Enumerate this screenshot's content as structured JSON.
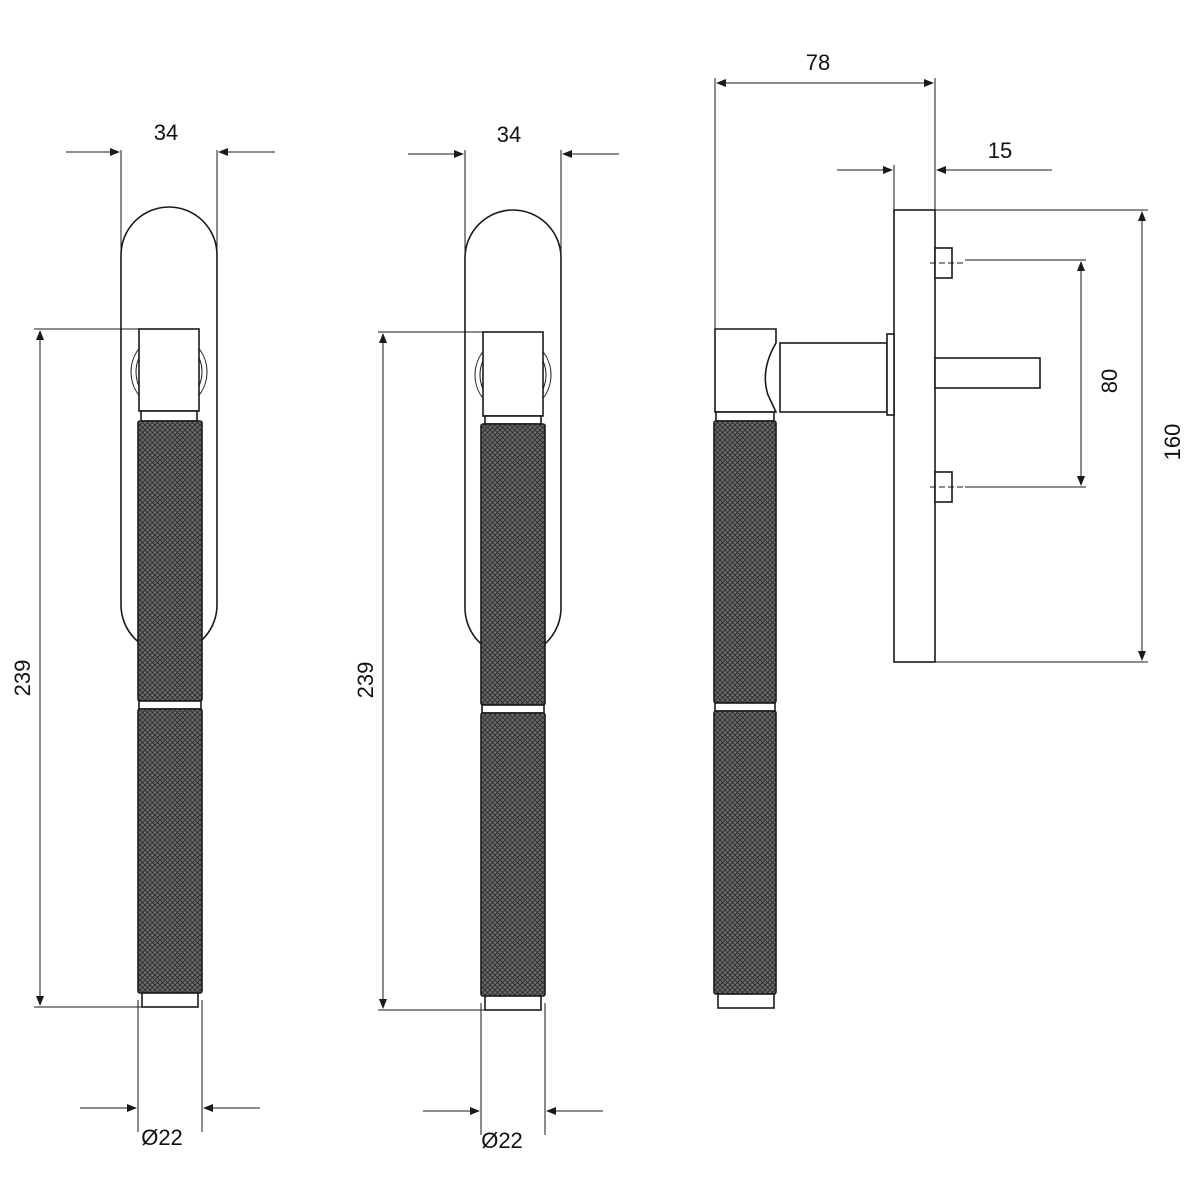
{
  "drawing": {
    "front_view_1": {
      "width_label": "34",
      "height_label": "239",
      "diameter_label": "Ø22"
    },
    "front_view_2": {
      "width_label": "34",
      "height_label": "239",
      "diameter_label": "Ø22"
    },
    "side_view": {
      "projection_label": "78",
      "plate_thickness_label": "15",
      "screw_spacing_label": "80",
      "plate_height_label": "160"
    }
  },
  "colors": {
    "line": "#1a1a1a",
    "knurl_fill": "#5a5a5a",
    "background": "#ffffff"
  }
}
